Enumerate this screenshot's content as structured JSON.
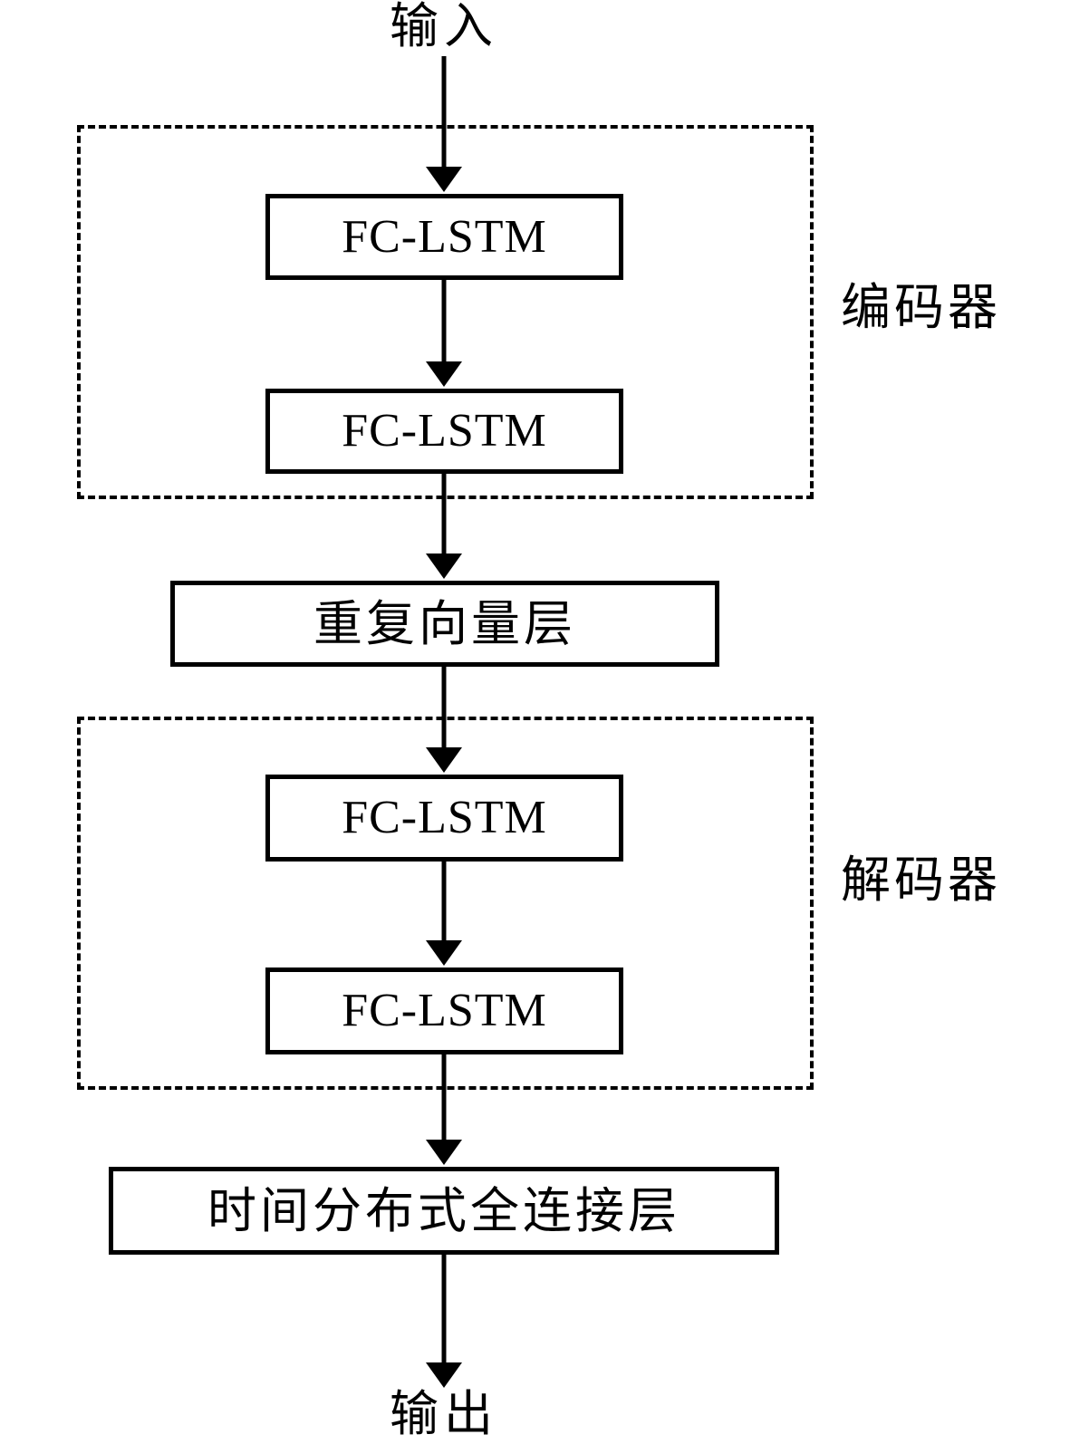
{
  "diagram": {
    "kind": "encoder-decoder LSTM architecture flowchart",
    "labels": {
      "input": "输入",
      "output": "输出",
      "encoder_group": "编码器",
      "decoder_group": "解码器"
    },
    "blocks": {
      "encoder_layer1": "FC-LSTM",
      "encoder_layer2": "FC-LSTM",
      "repeat_vector": "重复向量层",
      "decoder_layer1": "FC-LSTM",
      "decoder_layer2": "FC-LSTM",
      "time_distributed_dense": "时间分布式全连接层"
    },
    "colors": {
      "stroke": "#000000",
      "background": "#ffffff"
    }
  }
}
